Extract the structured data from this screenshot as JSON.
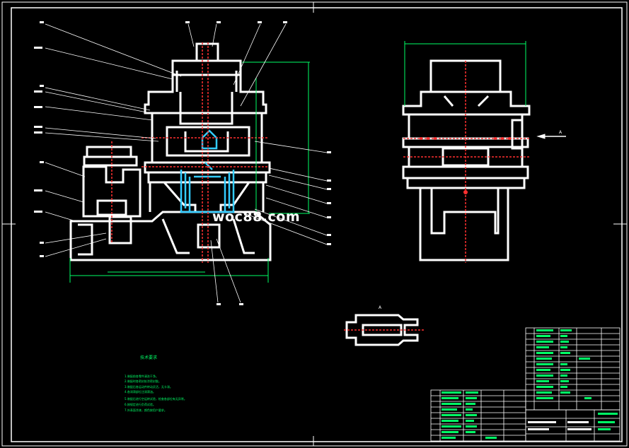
{
  "watermark": "woc88.com",
  "notes": {
    "title": "技术要求",
    "lines": [
      "1.装配前各零件清洗干净。",
      "2.装配时各密封处涂密封胶。",
      "3.装配后各运动件转动灵活，无卡滞。",
      "4.各润滑部位注润滑油。",
      "5.装配后进行空运转试验，检查各部位有无异常。",
      "6.按规定进行负荷试验。",
      "7.外表面涂漆，颜色按用户要求。"
    ]
  },
  "view_label_a": "A",
  "section_label": "A",
  "colors": {
    "background": "#000000",
    "outline": "#ffffff",
    "dimension": "#00ff66",
    "centerline": "#ff3030",
    "hidden_part": "#33ccff",
    "leader": "#ffffff"
  }
}
